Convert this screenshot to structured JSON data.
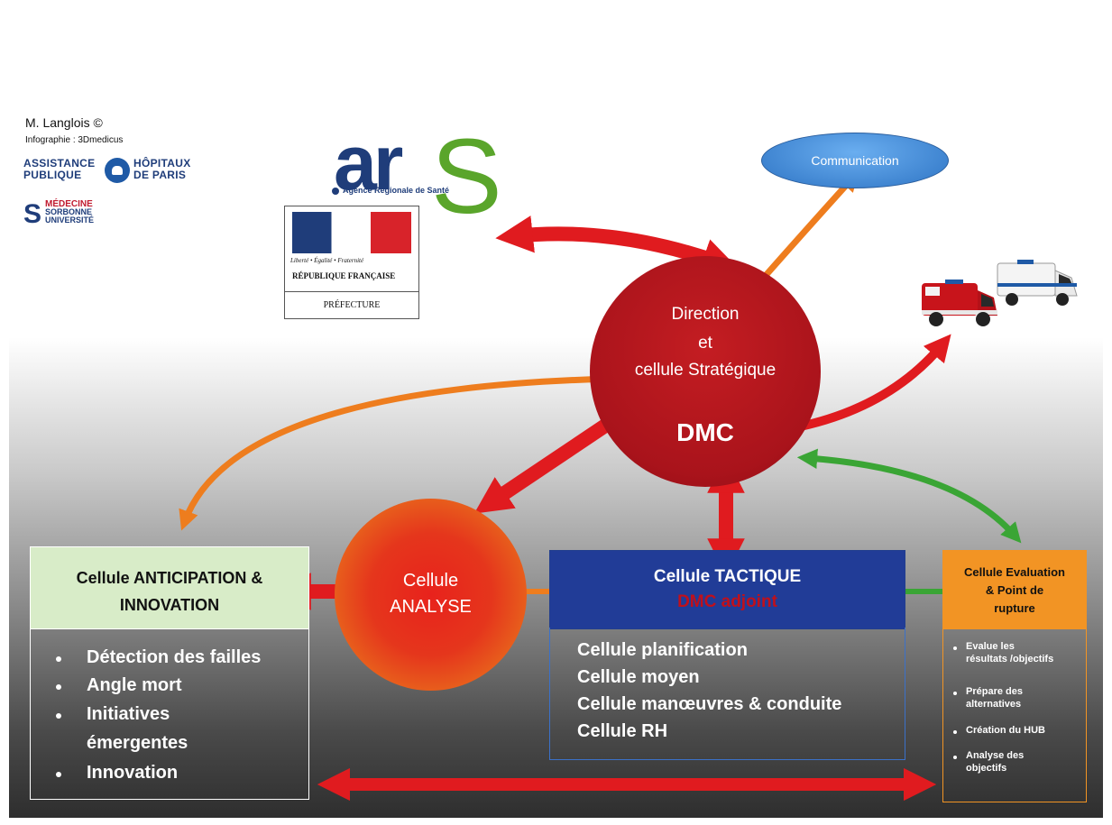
{
  "credits": {
    "author": "M. Langlois ©",
    "infographic": "Infographie : 3Dmedicus"
  },
  "logos": {
    "aphp_left": [
      "ASSISTANCE",
      "PUBLIQUE"
    ],
    "aphp_right": [
      "HÔPITAUX",
      "DE PARIS"
    ],
    "sorbonne": [
      "MÉDECINE",
      "SORBONNE",
      "UNIVERSITÉ"
    ],
    "ars_letters": "ar",
    "ars_s": "S",
    "ars_subtitle": "Agence Régionale de Santé",
    "prefecture_motto": "Liberté • Égalité • Fraternité",
    "prefecture_republic": "RÉPUBLIQUE FRANÇAISE",
    "prefecture_label": "PRÉFECTURE"
  },
  "nodes": {
    "communication": "Communication",
    "direction": {
      "line1": "Direction",
      "line2": "et",
      "line3": "cellule Stratégique",
      "label": "DMC"
    },
    "analyse": {
      "line1": "Cellule",
      "line2": "ANALYSE"
    },
    "anticipation": {
      "title1": "Cellule ANTICIPATION &",
      "title2": "INNOVATION",
      "items": [
        "Détection des failles",
        "Angle mort",
        "Initiatives",
        "émergentes",
        "Innovation"
      ]
    },
    "tactique": {
      "title": "Cellule TACTIQUE",
      "subtitle": "DMC adjoint",
      "items": [
        "Cellule planification",
        "Cellule moyen",
        "Cellule manœuvres & conduite",
        "Cellule RH"
      ]
    },
    "evaluation": {
      "title1": "Cellule Evaluation",
      "title2": "& Point de",
      "title3": "rupture",
      "items": [
        [
          "Evalue les",
          "résultats /objectifs"
        ],
        [
          "Prépare des",
          "alternatives"
        ],
        [
          "Création du HUB"
        ],
        [
          "Analyse des",
          "objectifs"
        ]
      ]
    }
  },
  "colors": {
    "red_arrow": "#e01b1f",
    "orange_arrow": "#ee7d1e",
    "green_arrow": "#3aa535"
  }
}
